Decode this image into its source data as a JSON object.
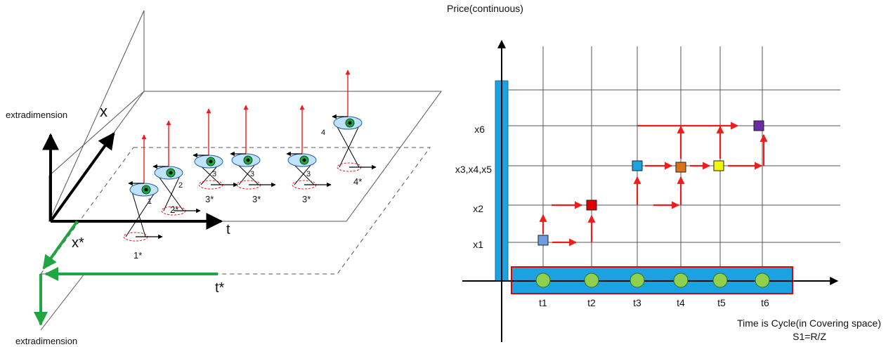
{
  "left": {
    "label_extradimension_top": "extradimension",
    "label_x": "x",
    "label_t": "t",
    "label_x_star": "x*",
    "label_t_star": "t*",
    "label_extradimension_bottom": "extradimension",
    "observer_labels": [
      "1",
      "2",
      "3",
      "3",
      "3",
      "4"
    ],
    "shadow_labels": [
      "1*",
      "2*",
      "3*",
      "3*",
      "3*",
      "4*"
    ]
  },
  "right": {
    "y_axis_label": "Price(continuous)",
    "y_labels": [
      "x6",
      "x3,x4,x5",
      "x2",
      "x1"
    ],
    "x_labels": [
      "t1",
      "t2",
      "t3",
      "t4",
      "t5",
      "t6"
    ],
    "caption_line1": "Time is Cycle(in Covering space)",
    "caption_line2": "S1=R/Z"
  },
  "colors": {
    "arrow_red": "#ee1c1c",
    "green": "#1fa640",
    "cyan_bar": "#1aa3e0",
    "node_green": "#8fd14f",
    "eye_blue": "#bfe3ff",
    "square_t1": "#6f9be0",
    "square_t2": "#e00000",
    "square_t3": "#1aa3e0",
    "square_t4": "#d9731a",
    "square_t5": "#f5f50a",
    "square_t6": "#6a2ca0"
  }
}
